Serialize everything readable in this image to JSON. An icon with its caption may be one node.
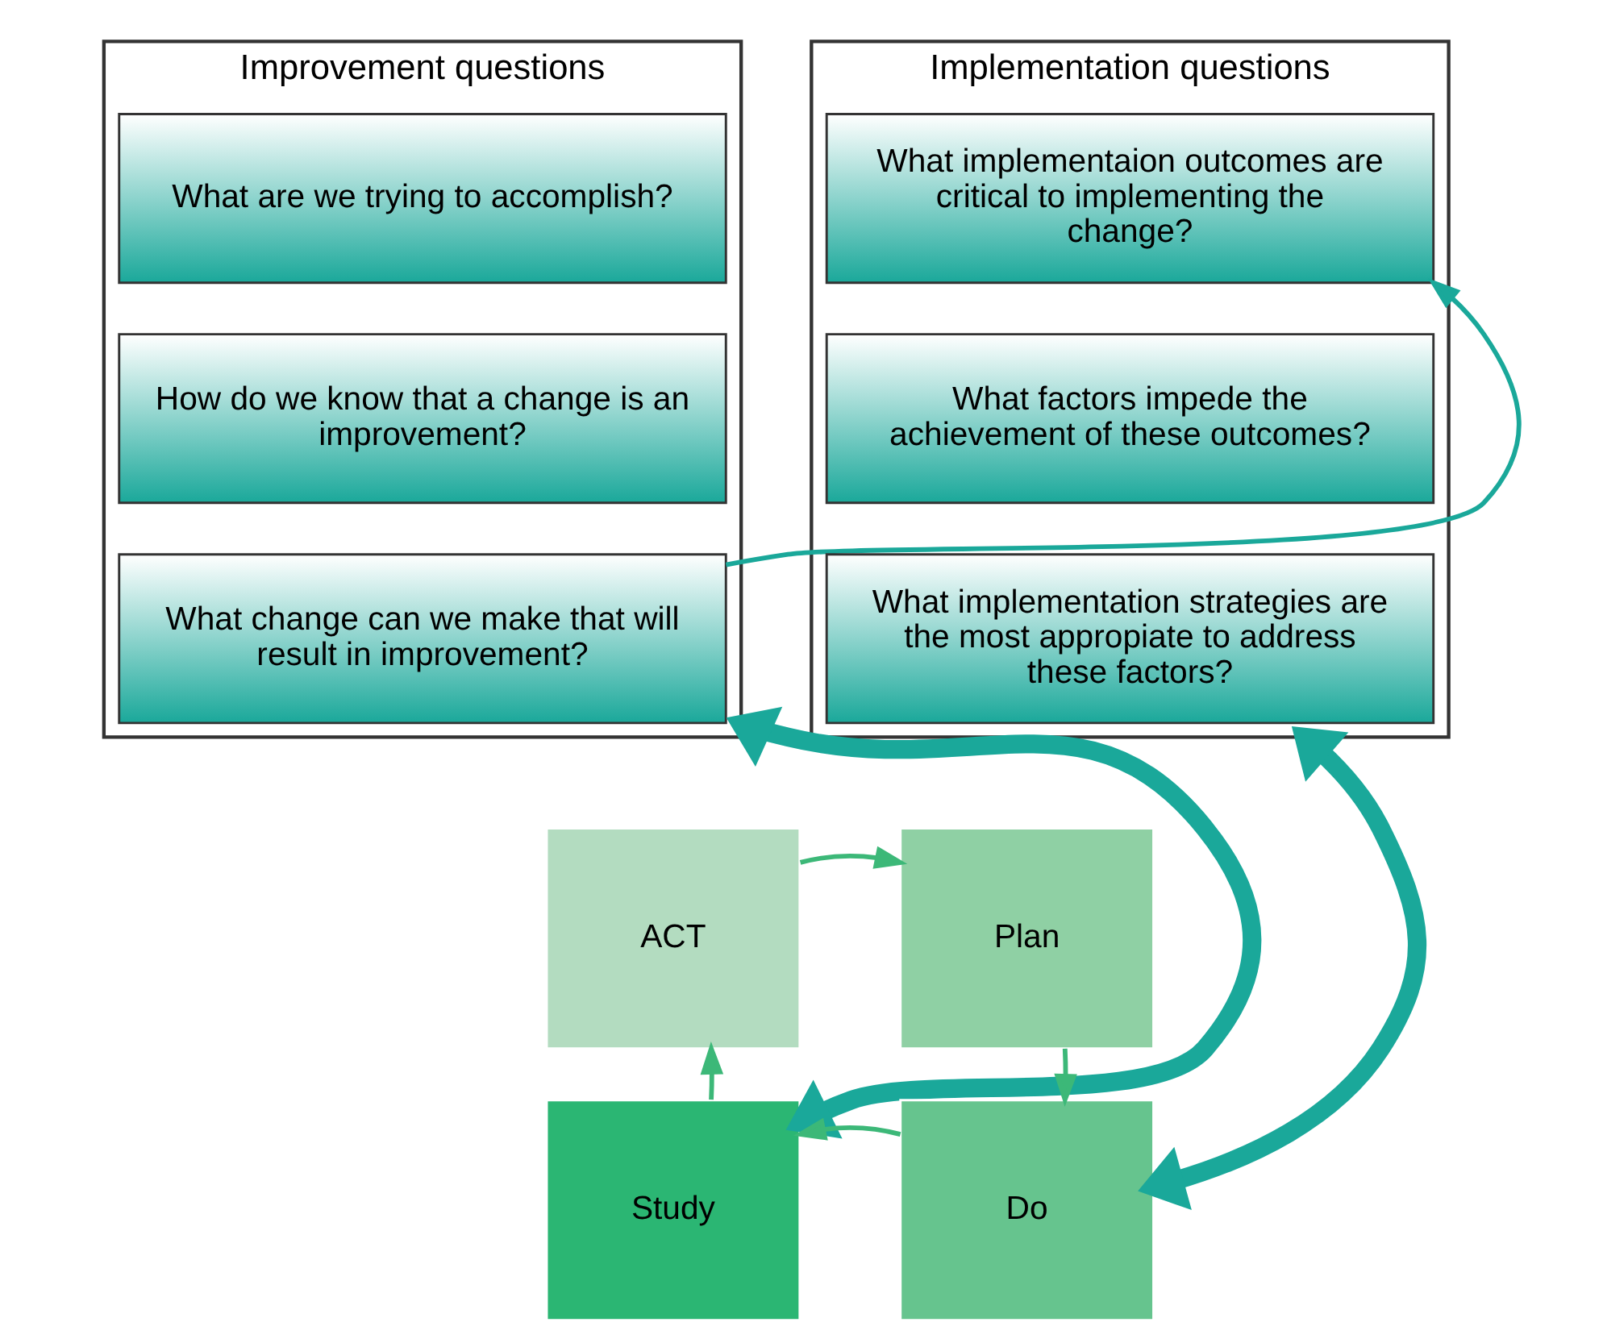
{
  "diagram": {
    "nodes": [
      {
        "text": [
          "Improvement questions"
        ]
      },
      {
        "text": [
          "What are we trying to accomplish?"
        ],
        "in": 0
      },
      {
        "text": [
          "How do we know that a change is an improvement?"
        ],
        "in": 0
      },
      {
        "text": [
          "What change can we make that will result in improvement?"
        ],
        "in": 0
      },
      {
        "text": [
          "Implementation questions"
        ]
      },
      {
        "text": [
          "What implementaion outcomes are critical to implementing the change?"
        ],
        "in": 4
      },
      {
        "text": [
          "What factors impede the achievement of these outcomes?"
        ],
        "in": 4
      },
      {
        "text": [
          "What implementation strategies are the most appropiate to address these factors?"
        ],
        "in": 4
      },
      {
        "text": [
          "ACT"
        ]
      },
      {
        "text": [
          "Plan"
        ]
      },
      {
        "text": [
          "Study"
        ]
      },
      {
        "text": [
          "Do"
        ]
      }
    ],
    "edges": [
      {
        "from": 3,
        "to": 5,
        "arrow": "to",
        "color": "#1aa89a"
      },
      {
        "from": 0,
        "to": 10,
        "arrow": "both",
        "style": "thick",
        "color": "#1aa89a"
      },
      {
        "from": 4,
        "to": 11,
        "arrow": "both",
        "style": "thick",
        "color": "#1aa89a"
      },
      {
        "from": 8,
        "to": 9,
        "arrow": "to"
      },
      {
        "from": 9,
        "to": 11,
        "arrow": "to"
      },
      {
        "from": 11,
        "to": 10,
        "arrow": "to"
      },
      {
        "from": 10,
        "to": 8,
        "arrow": "to"
      }
    ]
  }
}
